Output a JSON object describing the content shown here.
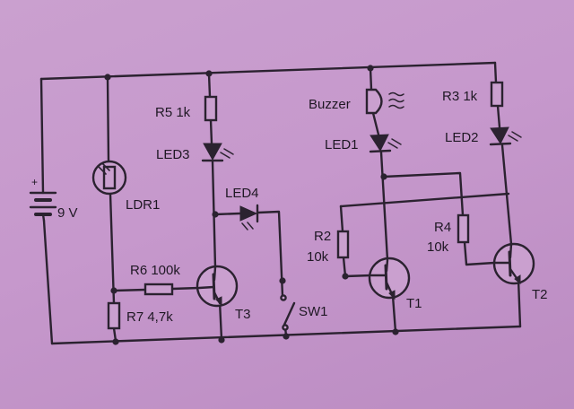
{
  "labels": {
    "battery": "9 V",
    "ldr": "LDR1",
    "r5": "R5 1k",
    "led3": "LED3",
    "led4": "LED4",
    "r6": "R6 100k",
    "r7": "R7 4,7k",
    "t3": "T3",
    "sw1": "SW1",
    "buzzer": "Buzzer",
    "led1": "LED1",
    "r2_name": "R2",
    "r2_value": "10k",
    "t1": "T1",
    "r3": "R3 1k",
    "led2": "LED2",
    "r4_name": "R4",
    "r4_value": "10k",
    "t2": "T2",
    "battery_plus": "+"
  }
}
